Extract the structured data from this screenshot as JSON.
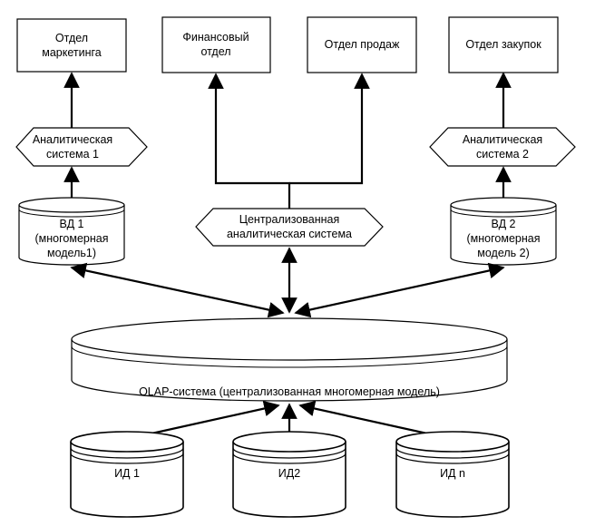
{
  "departments": {
    "marketing": {
      "line1": "Отдел",
      "line2": "маркетинга"
    },
    "finance": {
      "line1": "Финансовый",
      "line2": "отдел"
    },
    "sales": {
      "line1": "Отдел продаж"
    },
    "purchasing": {
      "line1": "Отдел закупок"
    }
  },
  "analytic_systems": {
    "system1": {
      "line1": "Аналитическая",
      "line2": "система 1"
    },
    "central": {
      "line1": "Централизованная",
      "line2": "аналитическая система"
    },
    "system2": {
      "line1": "Аналитическая",
      "line2": "система 2"
    }
  },
  "warehouses": {
    "vd1": {
      "line1": "ВД 1",
      "line2": "(многомерная",
      "line3": "модель1)"
    },
    "vd2": {
      "line1": "ВД 2",
      "line2": "(многомерная",
      "line3": "модель 2)"
    }
  },
  "olap": {
    "label": "OLAP-система (централизованная многомерная модель)"
  },
  "sources": {
    "id1": {
      "label": "ИД 1"
    },
    "id2": {
      "label": "ИД2"
    },
    "idn": {
      "label": "ИД n"
    }
  },
  "colors": {
    "stroke": "#000000",
    "fill": "#ffffff"
  }
}
